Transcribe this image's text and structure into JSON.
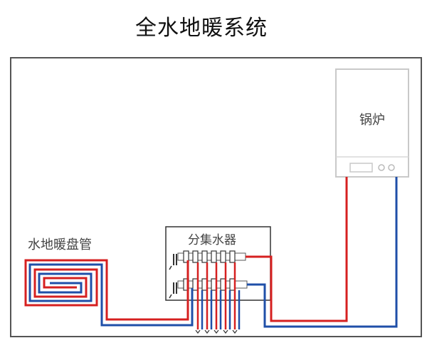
{
  "title": "全水地暖系统",
  "labels": {
    "boiler": "锅炉",
    "manifold": "分集水器",
    "floor_coil": "水地暖盘管"
  },
  "colors": {
    "supply": "#d62020",
    "return": "#1f4fa8",
    "frame": "#555555",
    "boiler_border": "#c9c9c9"
  }
}
